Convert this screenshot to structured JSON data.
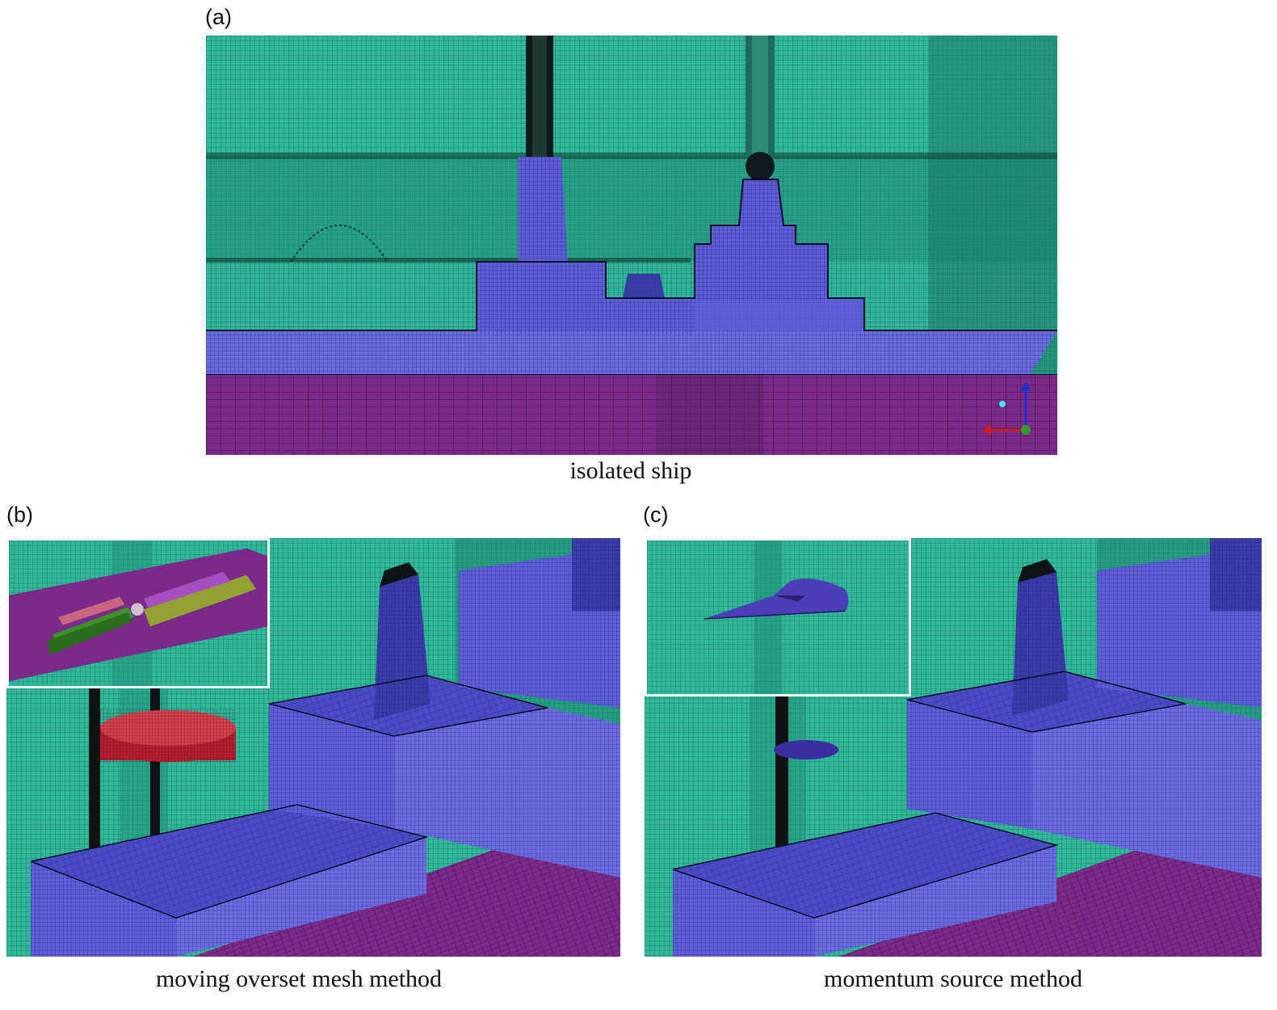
{
  "panels": {
    "a": {
      "letter": "(a)",
      "caption": "isolated ship"
    },
    "b": {
      "letter": "(b)",
      "caption": "moving overset mesh method"
    },
    "c": {
      "letter": "(c)",
      "caption": "momentum source method"
    }
  },
  "colors": {
    "air_mesh": "#2fb89a",
    "ship_mesh": "#5d5fd6",
    "sea_mesh": "#7b2a8a",
    "overset_disk": "#c0283a",
    "overset_blade_green": "#3f8f2c",
    "overset_blade_olive": "#93a133",
    "overset_blade_pink": "#c9657e",
    "momentum_disk": "#4b3fb8"
  }
}
